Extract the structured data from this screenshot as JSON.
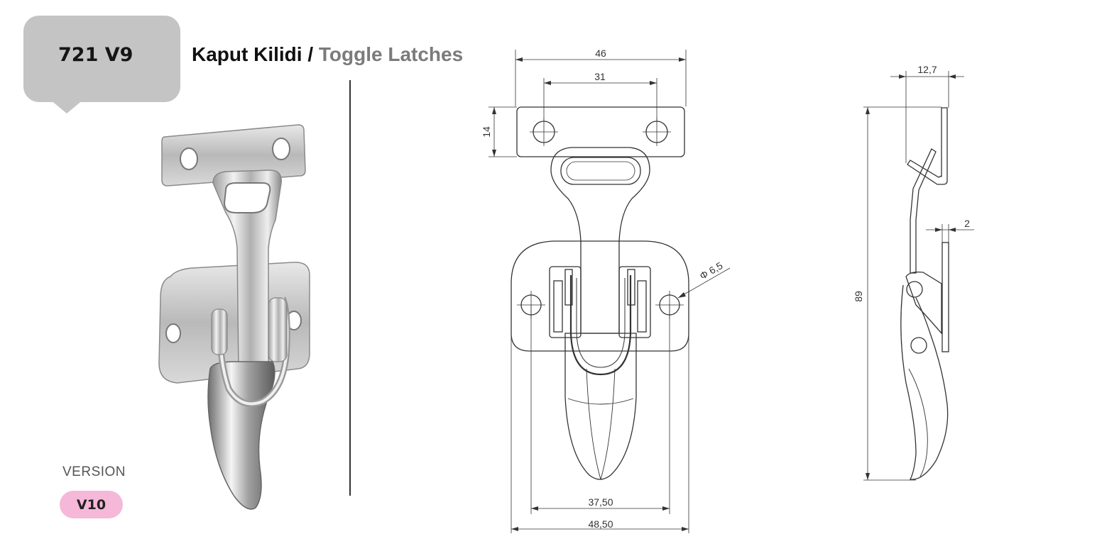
{
  "product": {
    "code": "721 V9",
    "title_tr": "Kaput Kilidi",
    "separator": " / ",
    "title_en": "Toggle Latches"
  },
  "version": {
    "label": "VERSION",
    "value": "V10"
  },
  "dimensions": {
    "front_top_width": "46",
    "front_hole_spacing_top": "31",
    "front_plate_height": "14",
    "hole_diameter": "Φ 6,5",
    "front_hole_spacing_bottom": "37,50",
    "front_base_width": "48,50",
    "side_top_depth": "12,7",
    "side_thickness": "2",
    "side_total_height": "89"
  },
  "colors": {
    "badge": "#c4c4c4",
    "version_pill": "#f5b8d8",
    "title_en": "#7b7b7b"
  }
}
